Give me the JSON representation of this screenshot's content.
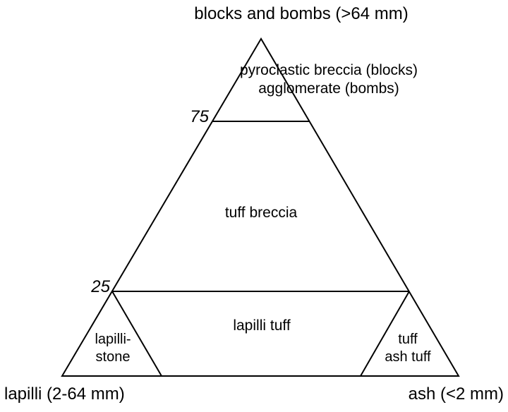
{
  "figure": {
    "type": "ternary-classification-diagram",
    "subject": "pyroclastic rock grain-size classification",
    "corners": {
      "top": {
        "label": "blocks and bombs (>64 mm)"
      },
      "bottom_left": {
        "label": "lapilli (2-64 mm)"
      },
      "bottom_right": {
        "label": "ash (<2 mm)"
      }
    },
    "axis_ticks": {
      "blocks_75": "75",
      "blocks_25": "25"
    },
    "regions": {
      "pyroclastic_breccia": {
        "line1": "pyroclastic breccia (blocks)",
        "line2": "agglomerate (bombs)"
      },
      "tuff_breccia": {
        "label": "tuff breccia"
      },
      "lapilli_tuff": {
        "label": "lapilli tuff"
      },
      "lapillistone": {
        "line1": "lapilli-",
        "line2": "stone"
      },
      "tuff_ash_tuff": {
        "line1": "tuff",
        "line2": "ash tuff"
      }
    },
    "colors": {
      "stroke": "#000000",
      "background": "#ffffff",
      "text": "#000000"
    }
  }
}
